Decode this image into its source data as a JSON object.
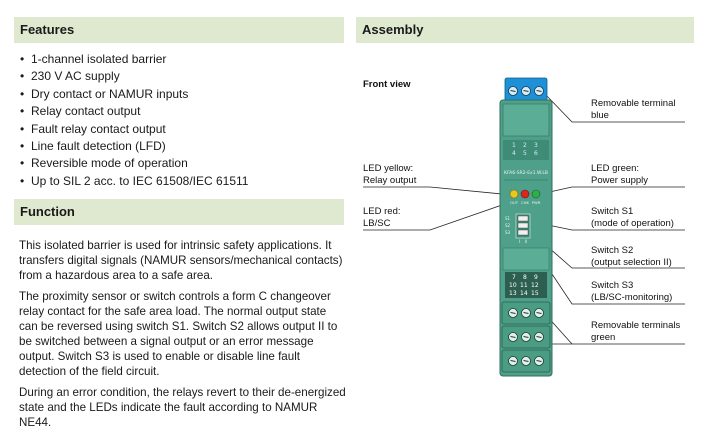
{
  "features": {
    "heading": "Features",
    "items": [
      "1-channel isolated barrier",
      "230 V AC supply",
      "Dry contact or NAMUR inputs",
      "Relay contact output",
      "Fault relay contact output",
      "Line fault detection (LFD)",
      "Reversible mode of operation",
      "Up to SIL 2 acc. to IEC 61508/IEC 61511"
    ]
  },
  "function": {
    "heading": "Function",
    "paragraphs": [
      "This isolated barrier is used for intrinsic safety applications. It transfers digital signals (NAMUR sensors/mechanical contacts) from a hazardous area to a safe area.",
      "The proximity sensor or switch controls a form C changeover relay contact for the safe area load. The normal output state can be reversed using switch S1. Switch S2 allows output II to be switched between a signal output or an error message output. Switch S3 is used to enable or disable line fault detection of the field circuit.",
      "During an error condition, the relays revert to their de-energized state and the LEDs indicate the fault according to NAMUR NE44."
    ]
  },
  "assembly": {
    "heading": "Assembly",
    "front_view": "Front view",
    "labels": {
      "terminal_blue_1": "Removable terminal",
      "terminal_blue_2": "blue",
      "led_yellow_1": "LED yellow:",
      "led_yellow_2": "Relay output",
      "led_green_1": "LED green:",
      "led_green_2": "Power supply",
      "led_red_1": "LED red:",
      "led_red_2": "LB/SC",
      "s1_1": "Switch S1",
      "s1_2": "(mode of operation)",
      "s2_1": "Switch S2",
      "s2_2": "(output selection II)",
      "s3_1": "Switch S3",
      "s3_2": "(LB/SC-monitoring)",
      "terminal_green_1": "Removable terminals",
      "terminal_green_2": "green"
    },
    "device": {
      "top_terminal_numbers": [
        "1",
        "2",
        "3",
        "4",
        "5",
        "6"
      ],
      "model_text": "KFA6-SR2-Ex1.W.LB",
      "led_labels": [
        "OUT",
        "CHK",
        "PWR"
      ],
      "switch_labels": [
        "S1",
        "S2",
        "S3"
      ],
      "switch_positions": [
        "I",
        "II"
      ],
      "bottom_terminal_numbers": [
        "7",
        "8",
        "9",
        "10",
        "11",
        "12",
        "13",
        "14",
        "15"
      ]
    },
    "colors": {
      "housing": "#4fa08a",
      "terminal_blue": "#1e90d6",
      "led_yellow": "#e8c81e",
      "led_red": "#d8281e",
      "led_green": "#2fae4a",
      "section_bg": "#dfe9cf"
    }
  }
}
